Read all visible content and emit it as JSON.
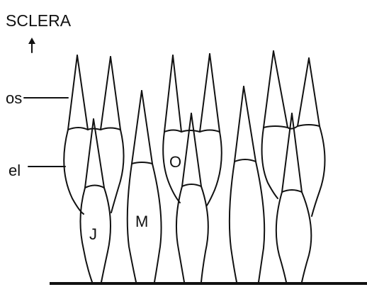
{
  "labels": {
    "sclera": "SCLERA",
    "os": "os",
    "el": "el",
    "j": "J",
    "m": "M",
    "o": "O"
  }
}
